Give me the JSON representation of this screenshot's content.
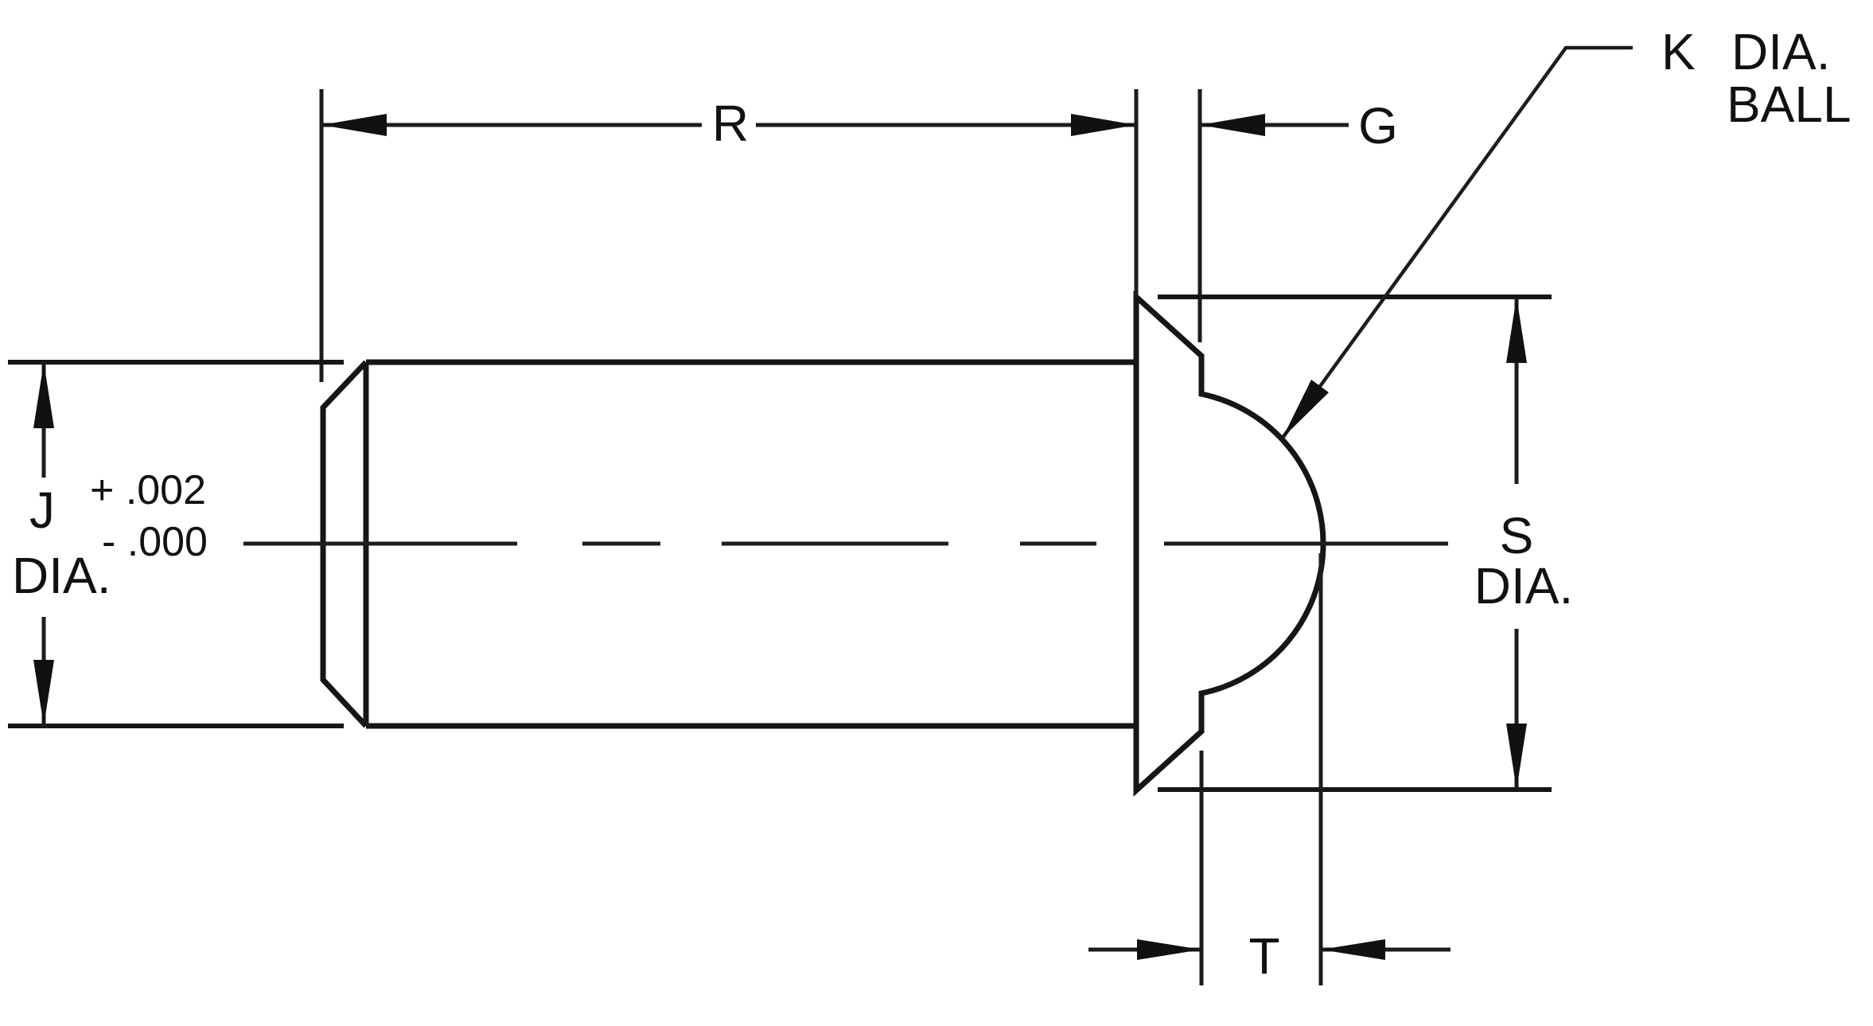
{
  "drawing": {
    "background_color": "#ffffff",
    "line_color": "#161616",
    "labels": {
      "r": "R",
      "g": "G",
      "j": "J",
      "j_dia": "DIA.",
      "j_tol_plus": "+ .002",
      "j_tol_minus": "- .000",
      "k": "K",
      "k_dia": "DIA.",
      "k_ball": "BALL",
      "s": "S",
      "s_dia": "DIA.",
      "t": "T"
    }
  }
}
